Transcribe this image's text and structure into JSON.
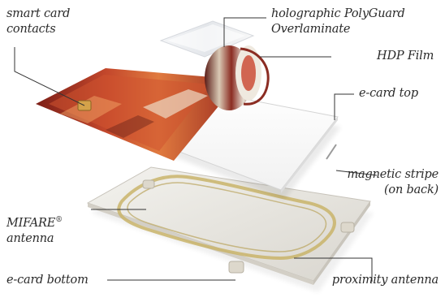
{
  "callouts": {
    "smart_card_contacts": {
      "line1": "smart card",
      "line2": "contacts"
    },
    "holographic_overlaminate": {
      "line1": "holographic PolyGuard",
      "line2": "Overlaminate"
    },
    "hdp_film": {
      "label": "HDP Film"
    },
    "ecard_top": {
      "label": "e-card top"
    },
    "magnetic_stripe": {
      "line1": "magnetic stripe",
      "line2": "(on back)"
    },
    "mifare_antenna": {
      "line1": "MIFARE",
      "mark": "®",
      "line2": "antenna"
    },
    "ecard_bottom": {
      "label": "e-card bottom"
    },
    "proximity_antenna": {
      "label": "proximity antenna"
    }
  },
  "colors": {
    "label_text": "#2a2a2a",
    "leader_line": "#333333",
    "card_white": "#ffffff",
    "inlay_base": "#e9e7e2",
    "antenna_gold": "#c9b46a",
    "film_red": "#b5342a"
  }
}
